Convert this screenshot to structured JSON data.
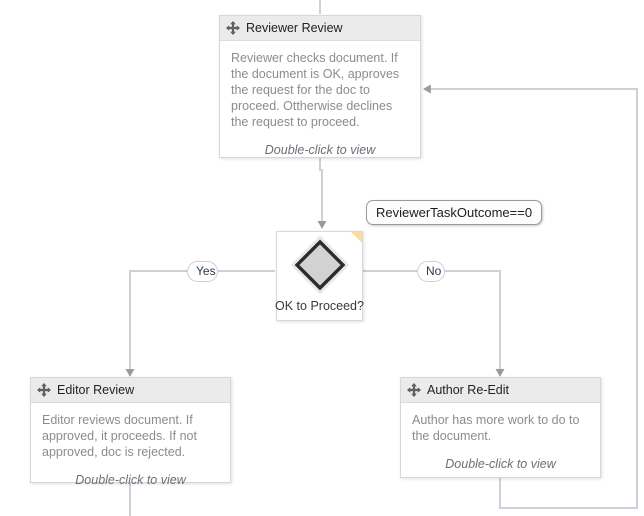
{
  "diagram": {
    "type": "workflow-flowchart",
    "background_color": "#ffffff",
    "connector_color": "#cfcfda",
    "arrow_color": "#9a9a9a",
    "accent_color": "#fadf9a"
  },
  "nodes": {
    "reviewer_review": {
      "title": "Reviewer Review",
      "icon": "move-arrows-icon",
      "description": "Reviewer checks document. If the document is OK, approves the request for the doc to proceed. Ottherwise declines the request to proceed.",
      "hint": "Double-click to view"
    },
    "decision": {
      "label": "OK to Proceed?",
      "shape": "diamond",
      "corner_marker": "orange-triangle"
    },
    "editor_review": {
      "title": "Editor Review",
      "icon": "move-arrows-icon",
      "description": "Editor reviews document. If approved, it proceeds. If not approved, doc is rejected.",
      "hint": "Double-click to view"
    },
    "author_reedit": {
      "title": "Author Re-Edit",
      "icon": "move-arrows-icon",
      "description": "Author has more work to do to the document.",
      "hint": "Double-click to view"
    }
  },
  "labels": {
    "branch_yes": "Yes",
    "branch_no": "No",
    "condition": "ReviewerTaskOutcome==0"
  }
}
